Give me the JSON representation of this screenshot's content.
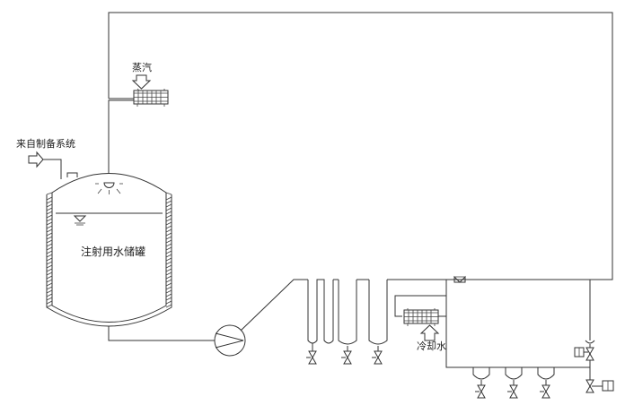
{
  "labels": {
    "steam": "蒸汽",
    "inlet": "来自制备系统",
    "tank": "注射用水储罐",
    "cooling_water": "冷却水"
  },
  "colors": {
    "line": "#333333",
    "background": "#ffffff"
  },
  "icons": [
    "steam-arrow-icon",
    "inlet-arrow-icon",
    "spray-ball-icon",
    "heat-exchanger-icon",
    "pump-icon",
    "valve-icon",
    "cooling-water-arrow-icon"
  ]
}
